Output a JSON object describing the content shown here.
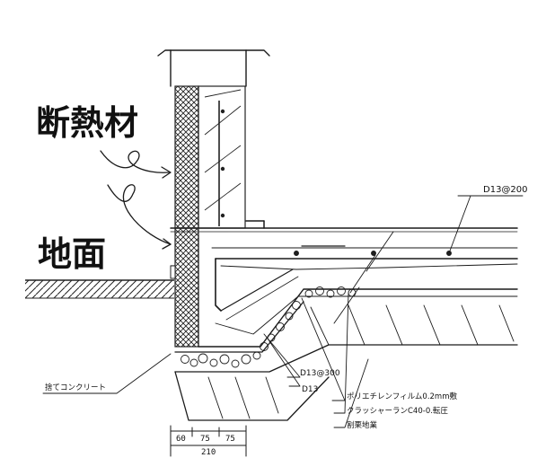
{
  "annotations": {
    "insulation": "断熱材",
    "ground": "地面"
  },
  "labels": {
    "rebar_top": "D13@200",
    "rebar_footing": "D13@300",
    "rebar_d13": "D13",
    "lean_concrete": "捨てコンクリート",
    "poly_film": "ポリエチレンフィルム0.2mm敷",
    "crusher_run": "クラッシャーランC40-0.転圧",
    "gravel_base": "割栗地業"
  },
  "dimensions": {
    "segments": [
      "60",
      "75",
      "75"
    ],
    "total": "210"
  }
}
